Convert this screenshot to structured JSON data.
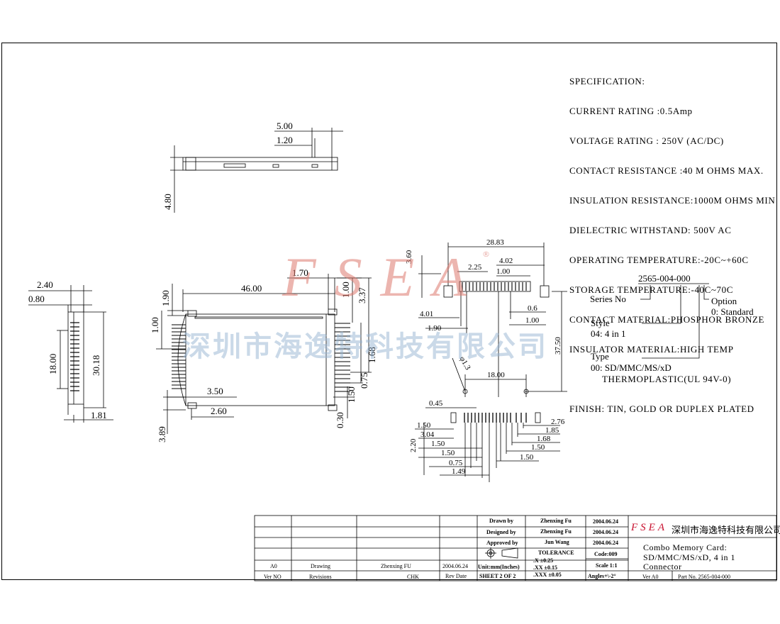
{
  "specification": {
    "lines": [
      "SPECIFICATION:",
      "CURRENT RATING :0.5Amp",
      "VOLTAGE RATING : 250V (AC/DC)",
      "CONTACT RESISTANCE :40 M OHMS MAX.",
      "INSULATION RESISTANCE:1000M OHMS MIN",
      "DIELECTRIC WITHSTAND: 500V AC",
      "OPERATING TEMPERATURE:-20C~+60C",
      "STORAGE TEMPERATURE:-40C~70C",
      "CONTACT MATERIAL:PHOSPHOR BRONZE",
      "INSULATOR MATERIAL:HIGH TEMP",
      "            THERMOPLASTIC(UL 94V-0)",
      "FINISH: TIN, GOLD OR DUPLEX PLATED"
    ]
  },
  "part_number": {
    "code": "2565-004-000",
    "series_label": "Series No",
    "style_label": "Style",
    "style_value": "04: 4 in 1",
    "type_label": "Type",
    "type_value": "00: SD/MMC/MS/xD",
    "option_label": "Option",
    "option_value": "0: Standard"
  },
  "watermark": {
    "latin": "FSEA",
    "registered": "®",
    "chinese": "深圳市海逸特科技有限公司"
  },
  "dimensions": {
    "top_view": [
      "5.00",
      "1.20",
      "4.80"
    ],
    "side_view": [
      "2.40",
      "0.80",
      "18.00",
      "30.18",
      "1.81"
    ],
    "front_view": [
      "1.70",
      "46.00",
      "1.90",
      "1.00",
      "1.00",
      "3.37",
      "1.68",
      "0.75",
      "1.50",
      "0.30",
      "3.50",
      "2.60",
      "3.89"
    ],
    "layout_top": [
      "28.83",
      "3.60",
      "2.25",
      "4.02",
      "1.00",
      "4.01",
      "0.6",
      "1.90",
      "1.00",
      "37.50",
      "φ1.3",
      "18.00"
    ],
    "layout_bottom": [
      "0.45",
      "2.76",
      "1.50",
      "1.85",
      "3.04",
      "1.68",
      "1.50",
      "1.50",
      "2.20",
      "1.50",
      "1.50",
      "0.75",
      "1.49"
    ]
  },
  "title_block": {
    "drawn_by_label": "Drawn  by",
    "drawn_by": "Zhenxing Fu",
    "drawn_date": "2004.06.24",
    "designed_by_label": "Designed by",
    "designed_by": "Zhenxing Fu",
    "designed_date": "2004.06.24",
    "approved_by_label": "Approved by",
    "approved_by": "Jun Wang",
    "approved_date": "2004.06.24",
    "tolerance_label": "TOLERANCE",
    "tol_x": ".X   ±0.25",
    "tol_xx": ".XX  ±0.15",
    "tol_xxx": ".XXX ±0.05",
    "code": "Code:009",
    "scale": "Scale 1:1",
    "angles": "Angles+\\-2°",
    "units": "Unit:mm(Inches)",
    "sheet": "SHEET 2 OF 2",
    "rev_date_label": "Rev Date",
    "rev_a0": "A0",
    "rev_drawing": "Drawing",
    "rev_author": "Zhenxing FU",
    "rev_date": "2004.06.24",
    "ver_no_label": "Ver NO",
    "revisions_label": "Revisions",
    "chk_label": "CHK",
    "company_logo": "FSEA",
    "company_name": "深圳市海逸特科技有限公司",
    "title_line1": "Combo Memory Card:",
    "title_line2": "SD/MMC/MS/xD, 4 in 1",
    "title_line3": "Connector",
    "ver": "Ver A0",
    "part_no": "Part No. 2565-004-000"
  }
}
